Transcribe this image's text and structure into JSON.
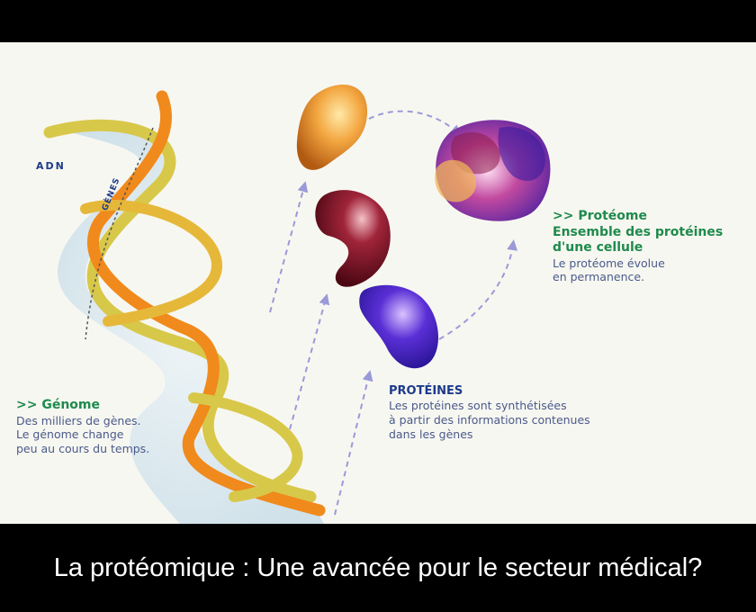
{
  "diagram": {
    "adn_label": "ADN",
    "genes_label": "GÈNES",
    "genome": {
      "title": ">> Génome",
      "lines": [
        "Des milliers de gènes.",
        "Le génome change",
        "peu au cours du temps."
      ]
    },
    "proteome": {
      "title_lines": [
        ">> Protéome",
        "Ensemble des protéines",
        "d'une cellule"
      ],
      "lines": [
        "Le protéome évolue",
        "en permanence."
      ]
    },
    "proteins": {
      "title": "PROTÉINES",
      "lines": [
        "Les protéines sont synthétisées",
        "à partir des informations contenues",
        "dans les gènes"
      ]
    },
    "colors": {
      "background": "#f7f7f1",
      "ribbon_orange": "#f08a1c",
      "ribbon_yellow": "#d8c84a",
      "helix_fill": "#d5e6ee",
      "arrow": "#9a9ad8",
      "title_green": "#1f8a4c",
      "text_blue": "#4a5a8a"
    },
    "icons": [
      "dna-helix-icon",
      "orange-protein-icon",
      "red-protein-icon",
      "purple-protein-icon",
      "proteome-cluster-icon"
    ]
  },
  "caption": "La protéomique : Une avancée pour le secteur médical?"
}
